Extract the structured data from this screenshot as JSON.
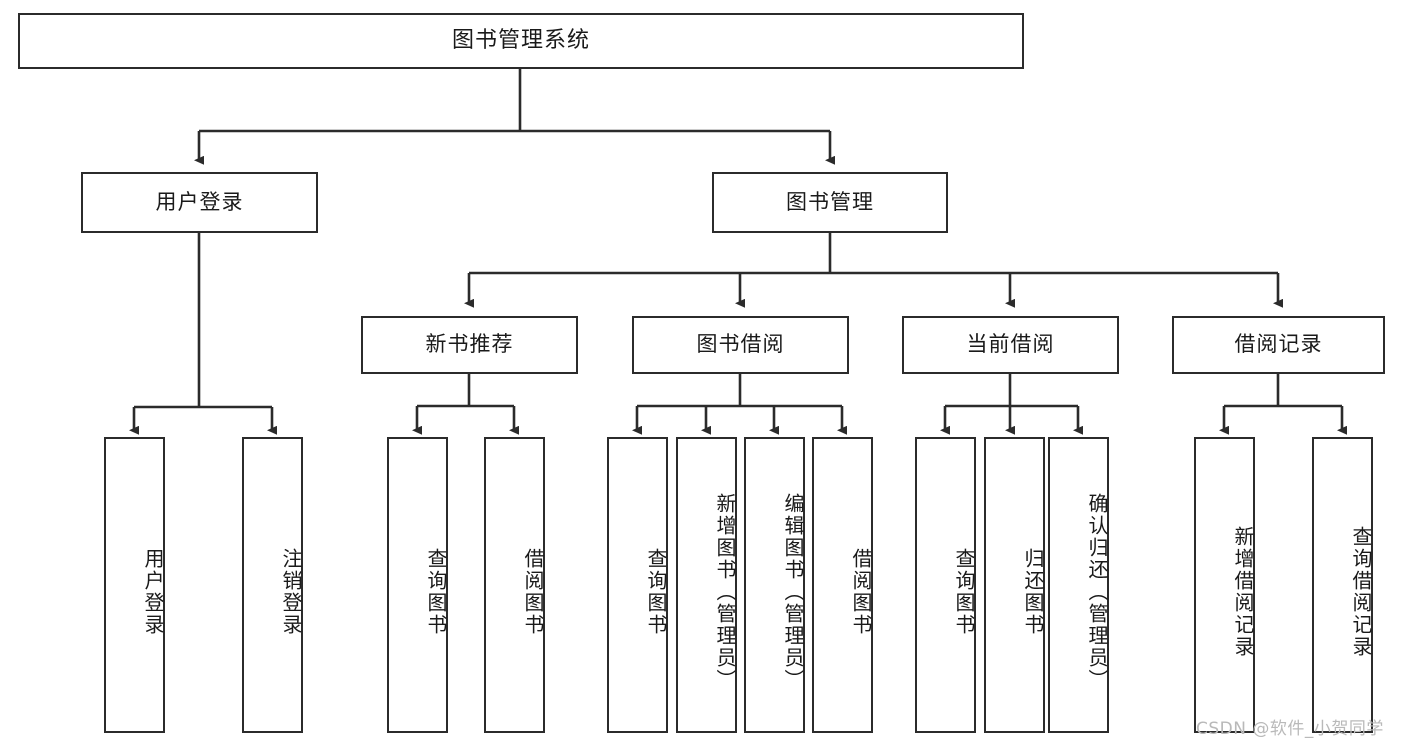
{
  "diagram": {
    "title": "图书管理系统",
    "type": "functional-structure-tree",
    "watermark": "CSDN @软件_小贺同学",
    "colors": {
      "box_border": "#2b2b2b",
      "box_fill": "#ffffff",
      "edge": "#2b2b2b",
      "text": "#1a1a1a",
      "watermark": "#b9b9b9",
      "background": "#ffffff"
    },
    "root": {
      "label": "图书管理系统"
    },
    "level2": [
      {
        "label": "用户登录"
      },
      {
        "label": "图书管理"
      }
    ],
    "level3": [
      {
        "label": "新书推荐"
      },
      {
        "label": "图书借阅"
      },
      {
        "label": "当前借阅"
      },
      {
        "label": "借阅记录"
      }
    ],
    "leaves": {
      "user_login": [
        {
          "label": "用户登录"
        },
        {
          "label": "注销登录"
        }
      ],
      "new_book_recommend": [
        {
          "label": "查询图书"
        },
        {
          "label": "借阅图书"
        }
      ],
      "book_borrow": [
        {
          "label": "查询图书"
        },
        {
          "label": "新增图书（管理员）"
        },
        {
          "label": "编辑图书（管理员）"
        },
        {
          "label": "借阅图书"
        }
      ],
      "current_borrow": [
        {
          "label": "查询图书"
        },
        {
          "label": "归还图书"
        },
        {
          "label": "确认归还（管理员）"
        }
      ],
      "borrow_record": [
        {
          "label": "新增借阅记录"
        },
        {
          "label": "查询借阅记录"
        }
      ]
    }
  }
}
